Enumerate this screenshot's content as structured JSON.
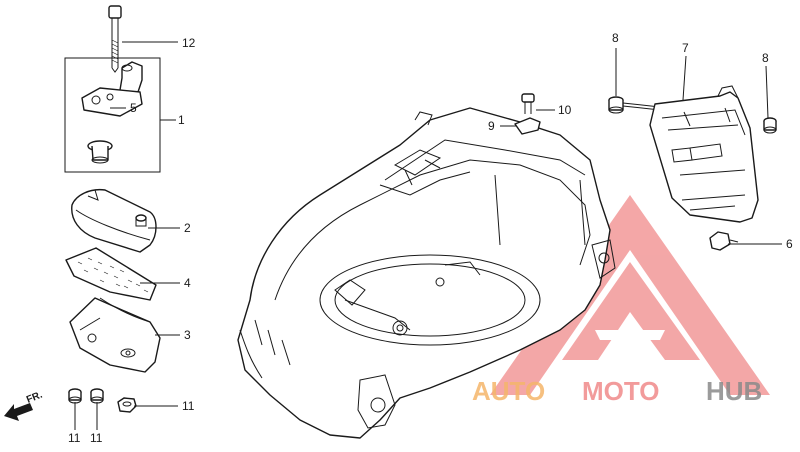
{
  "callouts": {
    "c1": "1",
    "c2": "2",
    "c3": "3",
    "c4": "4",
    "c5": "5",
    "c6": "6",
    "c7": "7",
    "c8a": "8",
    "c8b": "8",
    "c9": "9",
    "c10": "10",
    "c11a": "11",
    "c11b": "11",
    "c11c": "11",
    "c12": "12"
  },
  "direction_label": "FR.",
  "watermark": {
    "part1": "AUTO",
    "part2": "MOTO",
    "part3": "HUB",
    "color_auto": "#f5b66a",
    "color_moto": "#f08a8a",
    "color_hub": "#8a8a8a",
    "triangle_color": "#f08a8a"
  }
}
